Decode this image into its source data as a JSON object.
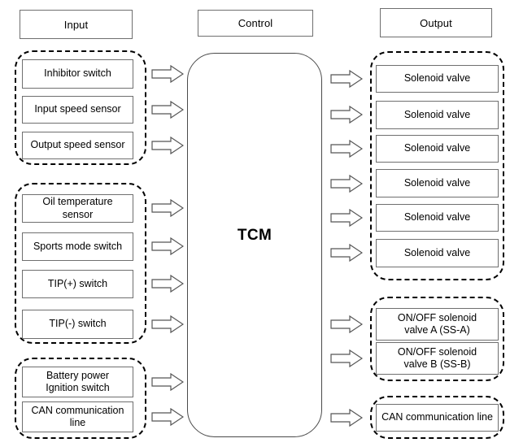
{
  "diagram": {
    "title_columns": {
      "input": "Input",
      "control": "Control",
      "output": "Output"
    },
    "control": {
      "label": "TCM"
    },
    "input_groups": [
      {
        "name": "speed-and-position-sensors",
        "items": [
          {
            "label": "Inhibitor switch"
          },
          {
            "label": "Input speed sensor"
          },
          {
            "label": "Output speed sensor"
          }
        ]
      },
      {
        "name": "driver-and-temperature-inputs",
        "items": [
          {
            "label": "Oil temperature sensor"
          },
          {
            "label": "Sports mode switch"
          },
          {
            "label": "TIP(+) switch"
          },
          {
            "label": "TIP(-) switch"
          }
        ]
      },
      {
        "name": "power-and-network-inputs",
        "items": [
          {
            "line1": "Battery power",
            "line2": "Ignition switch"
          },
          {
            "line1": "CAN communication",
            "line2": "line"
          }
        ]
      }
    ],
    "output_groups": [
      {
        "name": "solenoid-valves",
        "items": [
          {
            "label": "Solenoid valve"
          },
          {
            "label": "Solenoid valve"
          },
          {
            "label": "Solenoid valve"
          },
          {
            "label": "Solenoid valve"
          },
          {
            "label": "Solenoid valve"
          },
          {
            "label": "Solenoid valve"
          }
        ]
      },
      {
        "name": "on-off-solenoid-valves",
        "items": [
          {
            "line1": "ON/OFF solenoid",
            "line2": "valve A (SS-A)"
          },
          {
            "line1": "ON/OFF solenoid",
            "line2": "valve B (SS-B)"
          }
        ]
      },
      {
        "name": "network-output",
        "items": [
          {
            "label": "CAN communication line"
          }
        ]
      }
    ],
    "arrows": {
      "icon": "block-arrow-right-icon",
      "input_count": 9,
      "output_count": 9
    },
    "colors": {
      "stroke": "#000000",
      "box_border": "#6f6f6f",
      "background": "#ffffff"
    }
  }
}
